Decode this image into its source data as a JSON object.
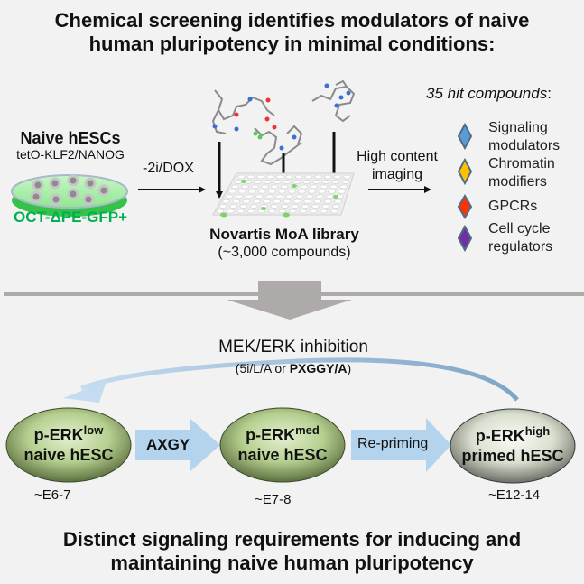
{
  "header": {
    "line1": "Chemical screening identifies modulators of naive",
    "line2": "human pluripotency in minimal conditions:"
  },
  "screen": {
    "cells_title": "Naive hESCs",
    "cells_subtitle": "tetO-KLF2/NANOG",
    "reporter_label": "OCT-ΔPE-GFP+",
    "step1_label": "-2i/DOX",
    "library_title": "Novartis MoA library",
    "library_subtitle": "(~3,000 compounds)",
    "step2_label_line1": "High content",
    "step2_label_line2": "imaging",
    "hits_title": "35 hit compounds",
    "hits_colon": ":",
    "hit_categories": [
      {
        "line1": "Signaling",
        "line2": "modulators",
        "color": "#5b9bd5"
      },
      {
        "line1": "Chromatin",
        "line2": "modifiers",
        "color": "#ffc000"
      },
      {
        "line1": "GPCRs",
        "line2": "",
        "color": "#ff3300"
      },
      {
        "line1": "Cell cycle",
        "line2": "regulators",
        "color": "#7030a0"
      }
    ]
  },
  "colors": {
    "background": "#f2f2f2",
    "divider": "#aeaaaa",
    "reporter_green": "#00b050",
    "arrow_blue": "#b4d4ee",
    "naive_ellipse": "#b5cf8f",
    "primed_ellipse": "#d9dfcf"
  },
  "model": {
    "inhibition_title": "MEK/ERK inhibition",
    "inhibition_sub_prefix": "(5i/L/A or ",
    "inhibition_sub_bold": "PXGGY/A",
    "inhibition_sub_suffix": ")",
    "states": [
      {
        "name": "p-ERK",
        "level": "low",
        "type": "naive hESC",
        "stage": "~E6-7"
      },
      {
        "name": "p-ERK",
        "level": "med",
        "type": "naive hESC",
        "stage": "~E7-8"
      },
      {
        "name": "p-ERK",
        "level": "high",
        "type": "primed hESC",
        "stage": "~E12-14"
      }
    ],
    "transitions": [
      {
        "label": "AXGY",
        "bold": true
      },
      {
        "label": "Re-priming",
        "bold": false
      }
    ]
  },
  "footer": {
    "line1": "Distinct signaling requirements for inducing and",
    "line2": "maintaining naive human pluripotency"
  }
}
